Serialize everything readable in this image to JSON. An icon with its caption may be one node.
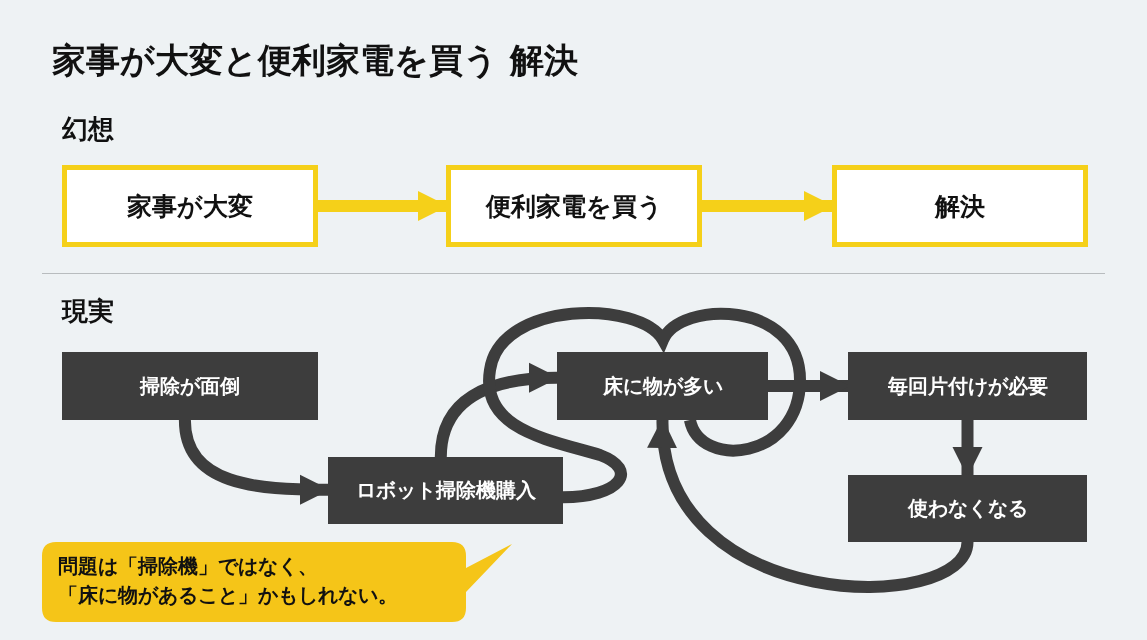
{
  "diagram": {
    "title": "家事が大変と便利家電を買う 解決",
    "nodes": [
      {
        "text": [
          "家事が大変"
        ]
      },
      {
        "text": [
          "便利家電を買う"
        ]
      },
      {
        "text": [
          "解決"
        ]
      },
      {
        "text": [
          "掃除が面倒"
        ]
      },
      {
        "text": [
          "ロボット掃除機購入"
        ]
      },
      {
        "text": [
          "床に物が多い"
        ]
      },
      {
        "text": [
          "毎回片付けが必要"
        ]
      },
      {
        "text": [
          "使わなくなる"
        ]
      },
      {
        "text": [
          "問題は「掃除機」ではなく、「床に物があること」かもしれない。"
        ]
      }
    ],
    "edges": [
      {
        "from": 0,
        "to": 1,
        "arrow": "to",
        "color": "#f5d019"
      },
      {
        "from": 1,
        "to": 2,
        "arrow": "to",
        "color": "#f5d019"
      },
      {
        "from": 3,
        "to": 4,
        "arrow": "to"
      },
      {
        "from": 4,
        "to": 5,
        "arrow": "to"
      },
      {
        "from": 4,
        "to": 5,
        "arrow": "none"
      },
      {
        "from": 5,
        "to": 6,
        "arrow": "to"
      },
      {
        "from": 6,
        "to": 7,
        "arrow": "to"
      },
      {
        "from": 7,
        "to": 5,
        "arrow": "to"
      }
    ],
    "labels": [
      "幻想",
      "現実"
    ]
  }
}
